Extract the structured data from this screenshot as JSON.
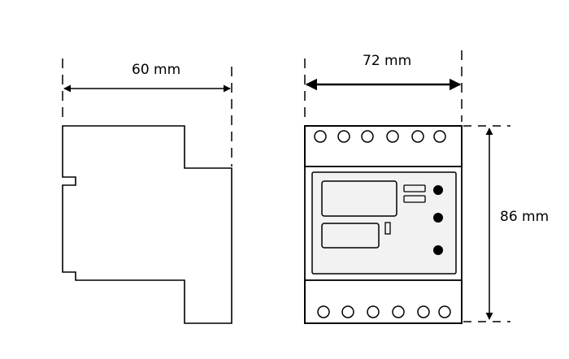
{
  "dimensions": {
    "side_width": "60 mm",
    "front_width": "72 mm",
    "front_height": "86 mm"
  },
  "colors": {
    "line": "#000000",
    "panel_fill": "#f2f2f2",
    "background": "#ffffff"
  },
  "front_view": {
    "top_terminal_count": 6,
    "bottom_terminal_count": 6,
    "indicator_led_count": 3
  }
}
